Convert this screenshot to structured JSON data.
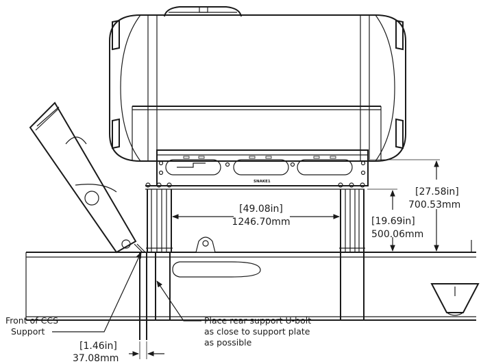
{
  "dimensions": {
    "overall_height": {
      "inches": "[27.58in]",
      "mm": "700.53mm"
    },
    "support_height": {
      "inches": "[19.69in]",
      "mm": "500.06mm"
    },
    "support_spacing": {
      "inches": "[49.08in]",
      "mm": "1246.70mm"
    },
    "offset": {
      "inches": "[1.46in]",
      "mm": "37.08mm"
    }
  },
  "notes": {
    "front_support": {
      "line1": "Front of CCS",
      "line2": "Support"
    },
    "rear_ubolt": {
      "line1": "Place rear support U-bolt",
      "line2": "as close to support plate",
      "line3": "as possible"
    }
  },
  "plate_stamp": "SNAKE1"
}
